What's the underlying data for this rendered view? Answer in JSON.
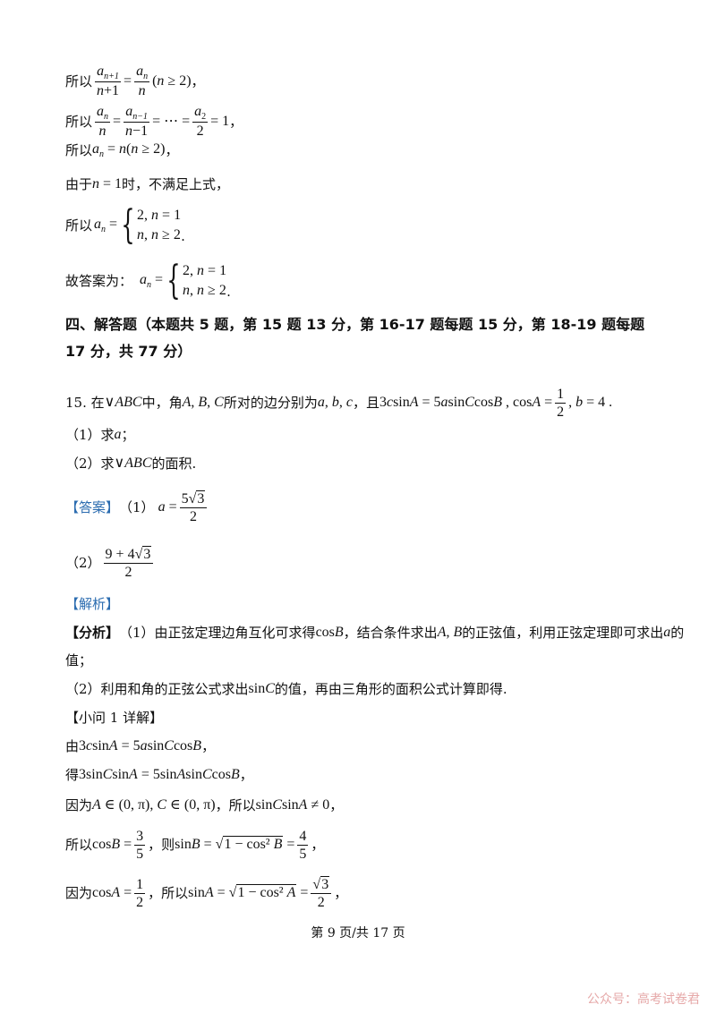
{
  "lines": {
    "l1_prefix": "所以",
    "l2_prefix": "所以",
    "l3_prefix": "所以",
    "l4": "由于",
    "l4_mid": "时，不满足上式，",
    "l5_prefix": "所以",
    "l6_prefix": "故答案为：",
    "comma": "，",
    "period": "."
  },
  "section": {
    "title": "四、解答题（本题共 5 题，第 15 题 13 分，第 16-17 题每题 15 分，第 18-19 题每题 17 分，共 77 分）"
  },
  "problem15": {
    "num": "15. 在",
    "mid1": "中，角",
    "mid2": "所对的边分别为",
    "mid3": "，且",
    "q1": "（1）求",
    "q1_end": "；",
    "q2": "（2）求",
    "q2_end": "的面积."
  },
  "answer": {
    "tag": "【答案】",
    "p1": "（1）",
    "p2": "（2）"
  },
  "analysis": {
    "tag": "【解析】",
    "fenxi": "【分析】",
    "f1a": "（1）由正弦定理边角互化可求得",
    "f1b": "，结合条件求出",
    "f1c": "的正弦值，利用正弦定理即可求出",
    "f1d": "的",
    "f1e": "值；",
    "f2a": "（2）利用和角的正弦公式求出",
    "f2b": "的值，再由三角形的面积公式计算即得.",
    "sub1": "【小问 1 详解】",
    "s1": "由",
    "s2": "得",
    "s3": "因为",
    "s3b": "，所以",
    "s4": "所以",
    "s4b": "，则",
    "s5": "因为",
    "s5b": "，所以"
  },
  "footer": {
    "page": "第 9 页/共 17 页"
  },
  "watermark": "公众号：高考试卷君"
}
